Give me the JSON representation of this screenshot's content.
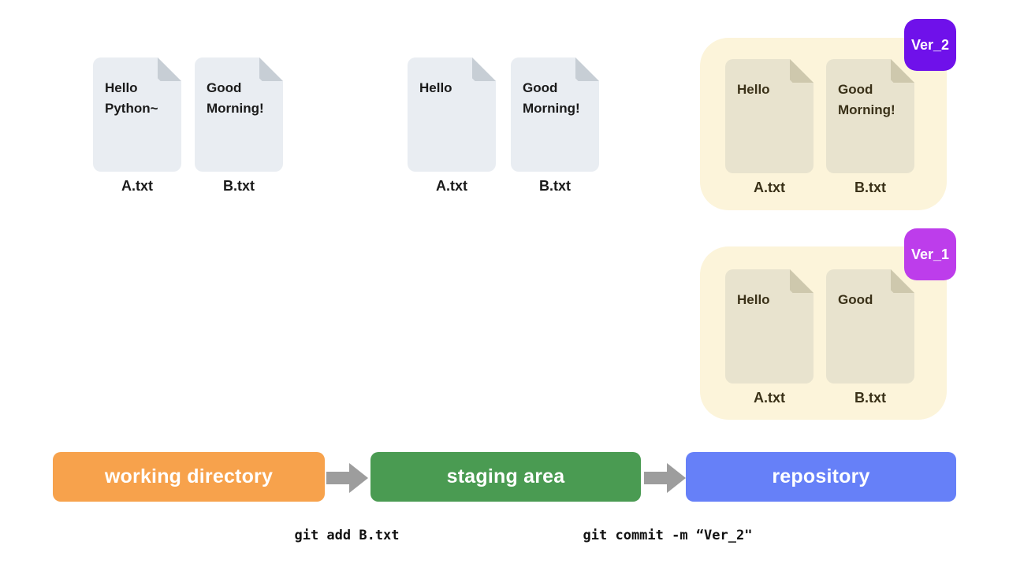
{
  "title": "git working directory / staging area / repository diagram",
  "colors": {
    "page_bg": "#ffffff",
    "paper_gray": "#e9edf2",
    "paper_gray_fold": "#c7ced5",
    "paper_tan": "#e8e3ce",
    "paper_tan_fold": "#cec8ad",
    "panel_bg": "#fcf4da",
    "arrow": "#9d9d9d",
    "command_text": "#111111"
  },
  "working_directory": {
    "files": [
      {
        "content": "Hello Python~",
        "name": "A.txt"
      },
      {
        "content": "Good Morning!",
        "name": "B.txt"
      }
    ]
  },
  "staging_area": {
    "files": [
      {
        "content": "Hello",
        "name": "A.txt"
      },
      {
        "content": "Good Morning!",
        "name": "B.txt"
      }
    ]
  },
  "repository": {
    "versions": [
      {
        "badge": "Ver_2",
        "badge_color": "#6f11ea",
        "files": [
          {
            "content": "Hello",
            "name": "A.txt"
          },
          {
            "content": "Good Morning!",
            "name": "B.txt"
          }
        ]
      },
      {
        "badge": "Ver_1",
        "badge_color": "#bd3deb",
        "files": [
          {
            "content": "Hello",
            "name": "A.txt"
          },
          {
            "content": "Good",
            "name": "B.txt"
          }
        ]
      }
    ]
  },
  "flow": {
    "stages": [
      {
        "label": "working directory",
        "color": "#f7a24c"
      },
      {
        "label": "staging area",
        "color": "#4a9b52"
      },
      {
        "label": "repository",
        "color": "#6680f8"
      }
    ],
    "commands": [
      {
        "text": "git add B.txt"
      },
      {
        "text": "git commit -m “Ver_2\""
      }
    ]
  }
}
